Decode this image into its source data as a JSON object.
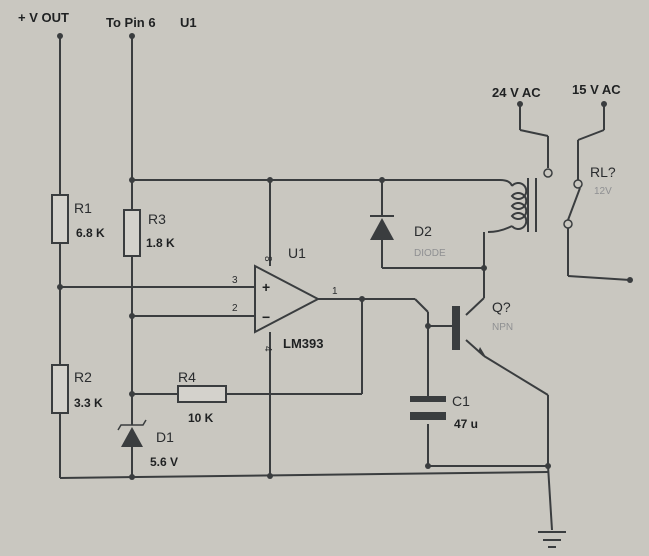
{
  "terminals": {
    "vout": "+ V OUT",
    "pin6": "To Pin 6",
    "pin6_ref": "U1",
    "ac24": "24 V AC",
    "ac15": "15 V AC"
  },
  "components": {
    "r1": {
      "ref": "R1",
      "value": "6.8 K"
    },
    "r2": {
      "ref": "R2",
      "value": "3.3 K"
    },
    "r3": {
      "ref": "R3",
      "value": "1.8 K"
    },
    "r4": {
      "ref": "R4",
      "value": "10 K"
    },
    "d1": {
      "ref": "D1",
      "value": "5.6 V"
    },
    "d2": {
      "ref": "D2",
      "type": "DIODE"
    },
    "c1": {
      "ref": "C1",
      "value": "47 u"
    },
    "q": {
      "ref": "Q?",
      "type": "NPN"
    },
    "rl": {
      "ref": "RL?",
      "value": "12V"
    },
    "u1": {
      "ref": "U1",
      "part": "LM393",
      "plus": "+",
      "minus": "−",
      "pin_in_plus": "3",
      "pin_in_minus": "2",
      "pin_out": "1",
      "pin_vcc": "8",
      "pin_gnd": "4"
    }
  }
}
